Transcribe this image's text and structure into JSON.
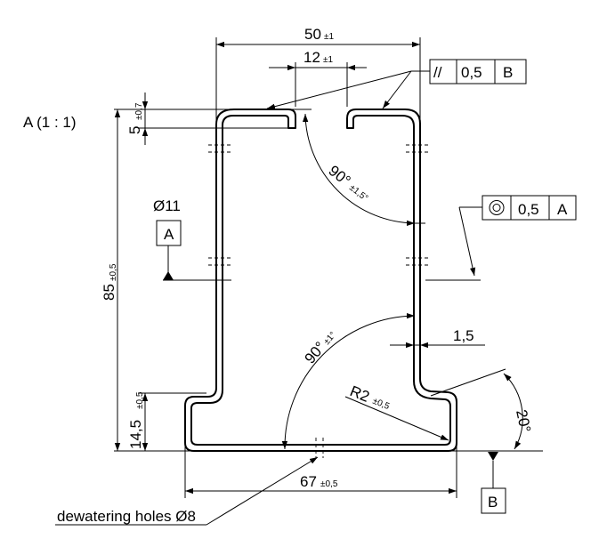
{
  "view_label": "A (1 : 1)",
  "dimensions": {
    "width_top": "50",
    "width_top_tol": "±1",
    "gap_top": "12",
    "gap_top_tol": "±1",
    "lip_height": "5",
    "lip_height_tol": "±0,7",
    "height_total": "85",
    "height_total_tol": "±0,5",
    "base_height": "14,5",
    "base_height_tol": "±0,5",
    "width_base": "67",
    "width_base_tol": "±0,5",
    "thickness": "1,5",
    "radius": "R2",
    "radius_tol": "±0,5",
    "angle_top": "90°",
    "angle_top_tol": "±1,5°",
    "angle_bottom": "90°",
    "angle_bottom_tol": "±1°",
    "angle_flare": "20°",
    "hole_diameter": "Ø11"
  },
  "tolerance_frames": {
    "parallelism": {
      "symbol": "//",
      "value": "0,5",
      "datum": "B"
    },
    "concentricity": {
      "value": "0,5",
      "datum": "A"
    }
  },
  "datums": {
    "a": "A",
    "b": "B"
  },
  "note": "dewatering holes Ø8"
}
